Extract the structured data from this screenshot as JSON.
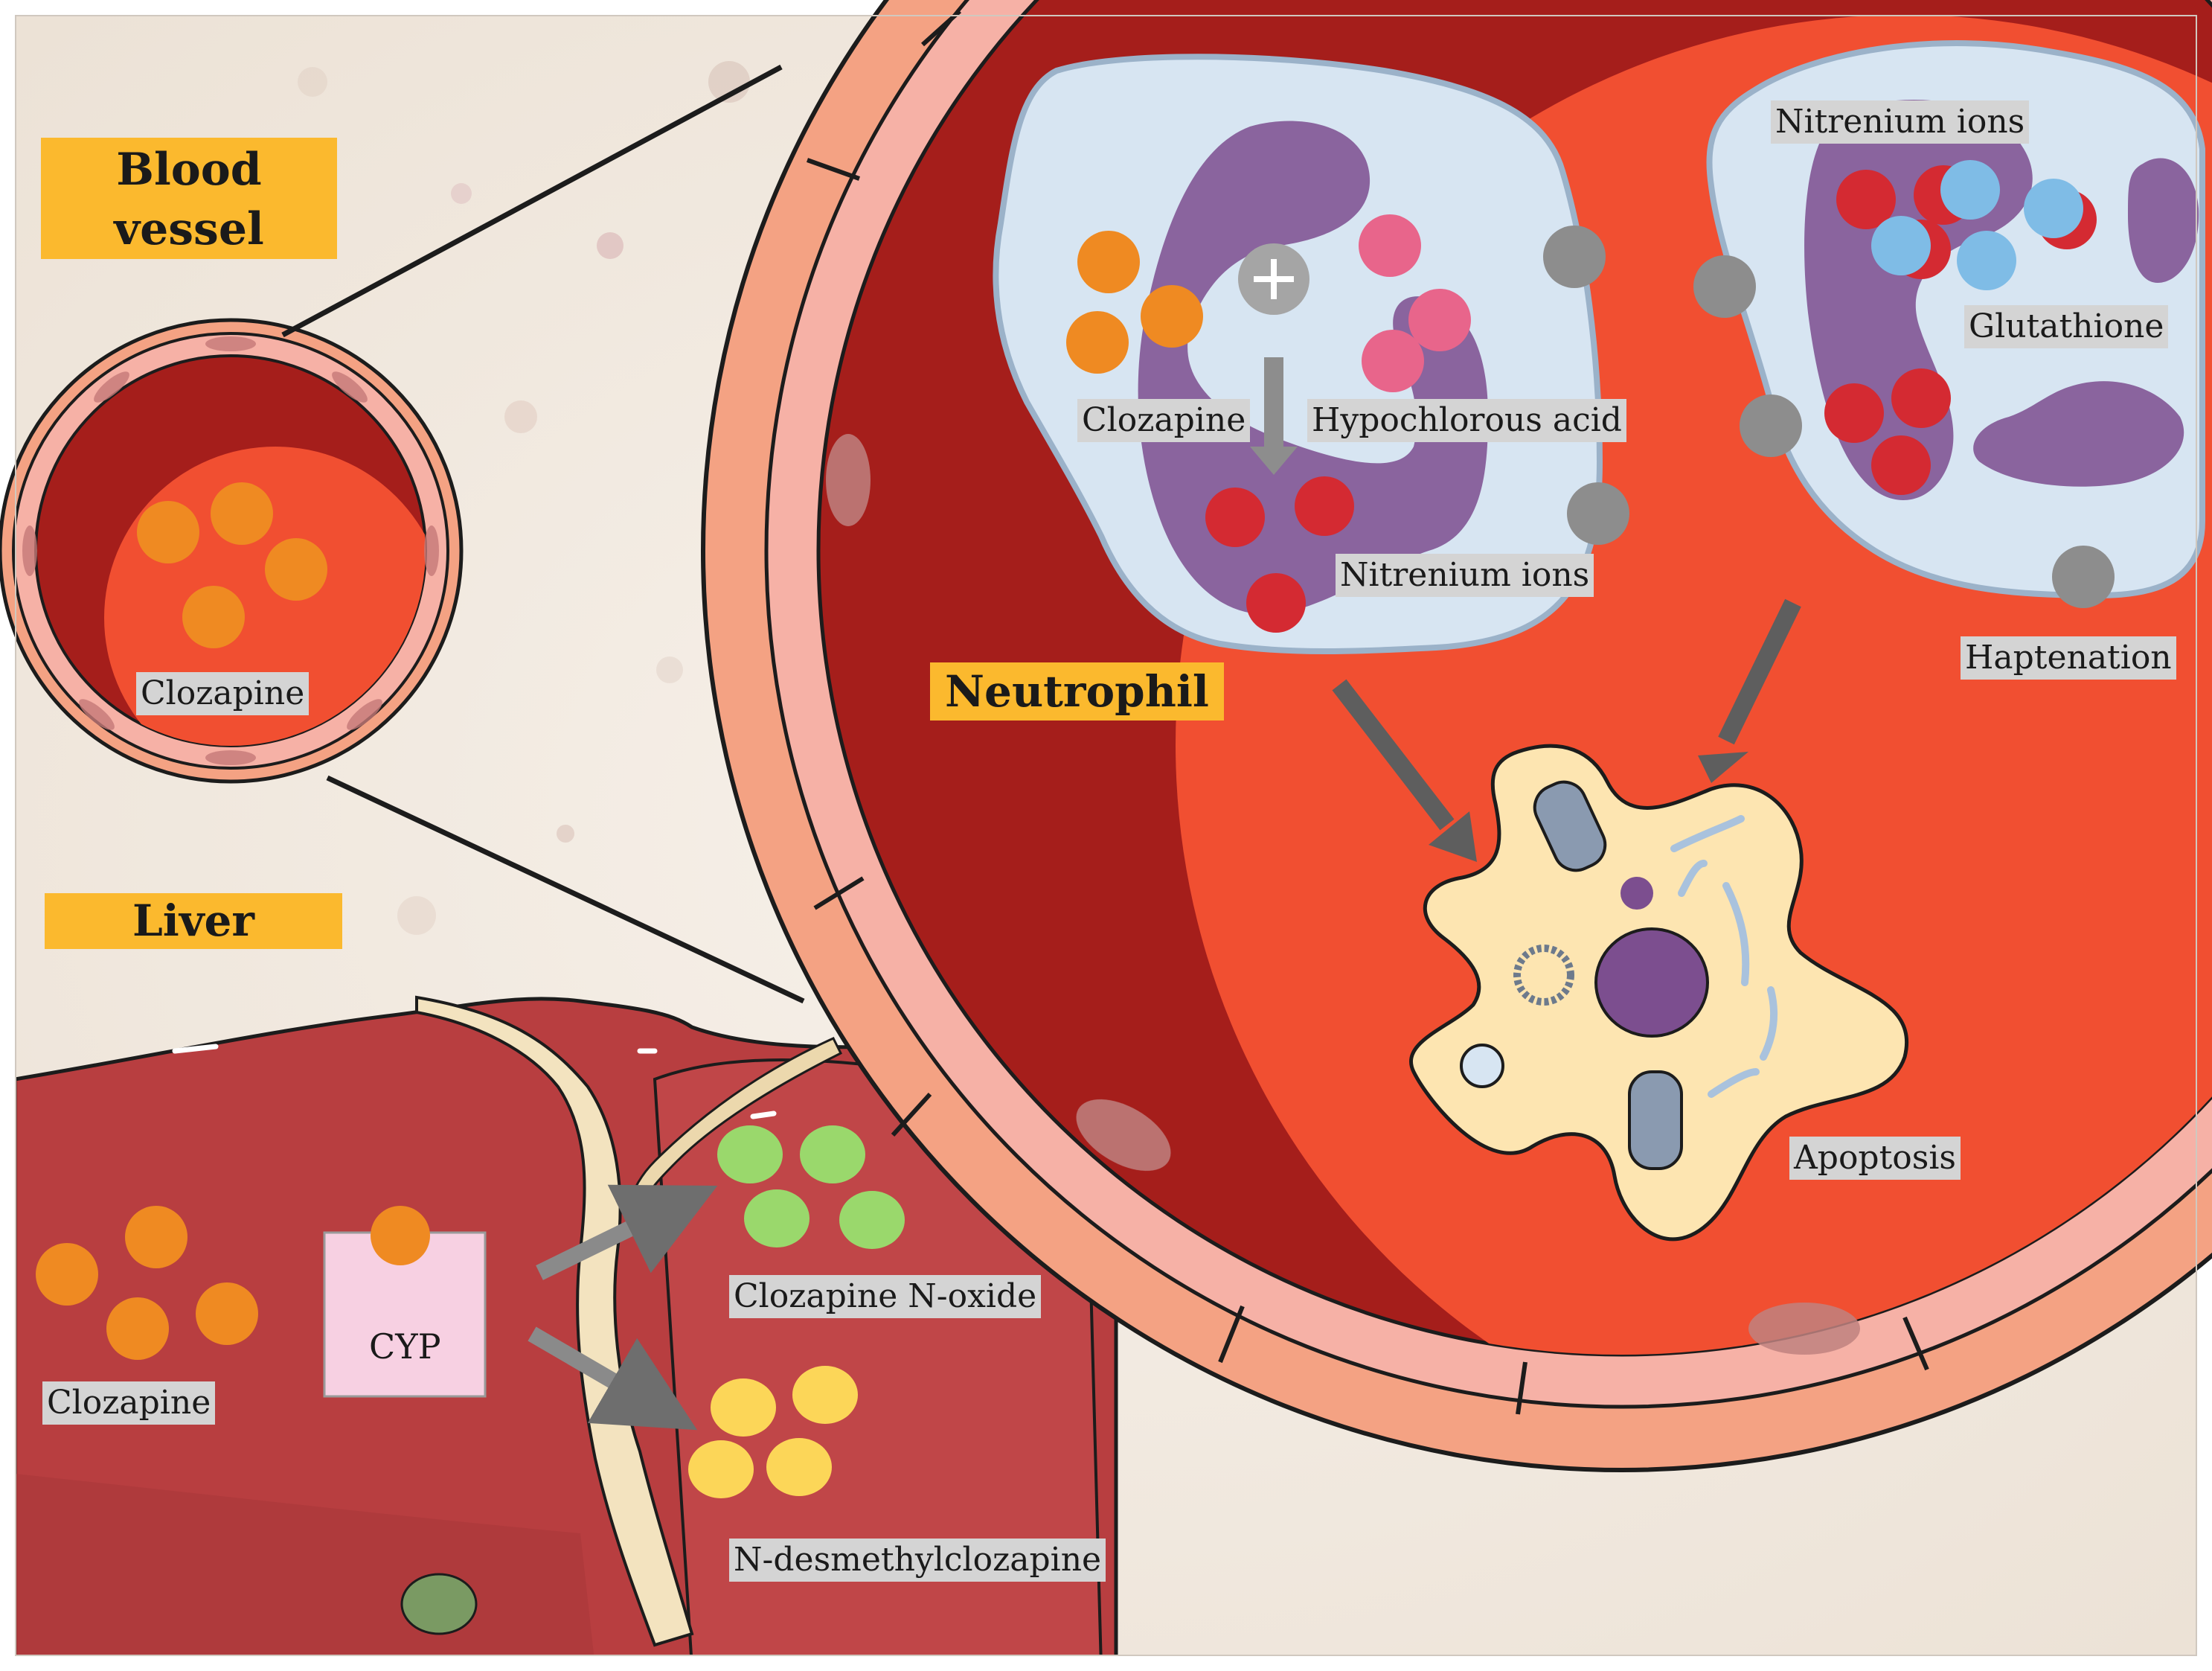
{
  "tags": {
    "blood_vessel": "Blood vessel",
    "liver": "Liver",
    "neutrophil": "Neutrophil"
  },
  "labels": {
    "clozapine_vessel": "Clozapine",
    "clozapine_neutrophil": "Clozapine",
    "hypochlorous_acid": "Hypochlorous acid",
    "nitrenium_ions_left": "Nitrenium ions",
    "nitrenium_ions_right": "Nitrenium ions",
    "glutathione": "Glutathione",
    "haptenation": "Haptenation",
    "apoptosis": "Apoptosis",
    "clozapine_liver": "Clozapine",
    "cyp": "CYP",
    "clozapine_n_oxide": "Clozapine N-oxide",
    "n_desmethylclozapine": "N-desmethylclozapine"
  },
  "colors": {
    "clozapine": "#ef8a22",
    "hypochlorous_acid": "#e8658b",
    "nitrenium_ion": "#d42a32",
    "glutathione": "#7fbce6",
    "clozapine_n_oxide": "#9ad86c",
    "n_desmethylclozapine": "#fcd658",
    "vessel_wall": "#f4a283",
    "endothelium": "#f6b1a6",
    "blood_dark": "#a51e1b",
    "blood_bright": "#f14f31",
    "liver": "#b83e40",
    "neutrophil_cell": "#d7e5f2",
    "nucleus": "#7c4e8f",
    "apoptotic_cell": "#fde5b1",
    "tag_background": "#fbb92e",
    "label_background": "#d4d4d4",
    "arrow": "#6e6e6e",
    "cyp_enzyme": "#f7d0e2",
    "receptor": "#8d8d8d"
  }
}
